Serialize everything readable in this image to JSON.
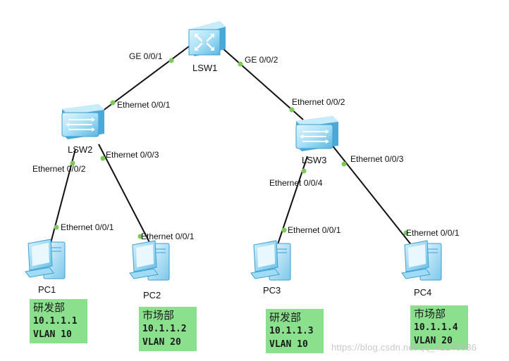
{
  "devices": {
    "lsw1": {
      "label": "LSW1"
    },
    "lsw2": {
      "label": "LSW2"
    },
    "lsw3": {
      "label": "LSW3"
    },
    "pc1": {
      "label": "PC1"
    },
    "pc2": {
      "label": "PC2"
    },
    "pc3": {
      "label": "PC3"
    },
    "pc4": {
      "label": "PC4"
    }
  },
  "ports": {
    "lsw1_ge001": "GE 0/0/1",
    "lsw1_ge002": "GE 0/0/2",
    "lsw2_eth001": "Ethernet 0/0/1",
    "lsw2_eth002": "Ethernet 0/0/2",
    "lsw2_eth003": "Ethernet 0/0/3",
    "lsw3_eth002": "Ethernet 0/0/2",
    "lsw3_eth003": "Ethernet 0/0/3",
    "lsw3_eth004": "Ethernet 0/0/4",
    "pc1_eth001": "Ethernet 0/0/1",
    "pc2_eth001": "Ethernet 0/0/1",
    "pc3_eth001": "Ethernet 0/0/1",
    "pc4_eth001": "Ethernet 0/0/1"
  },
  "info_boxes": {
    "pc1": {
      "dept": "研发部",
      "ip": "10.1.1.1",
      "vlan": "VLAN 10"
    },
    "pc2": {
      "dept": "市场部",
      "ip": "10.1.1.2",
      "vlan": "VLAN 20"
    },
    "pc3": {
      "dept": "研发部",
      "ip": "10.1.1.3",
      "vlan": "VLAN 10"
    },
    "pc4": {
      "dept": "市场部",
      "ip": "10.1.1.4",
      "vlan": "VLAN 20"
    }
  },
  "watermark": "https://blog.csdn.net/qq_42248536",
  "colors": {
    "link": "#111111",
    "port_dot": "#7cc95a",
    "info_box": "#8be08e",
    "device_body": "#9fdcf5",
    "device_edge": "#3d9fd0"
  }
}
